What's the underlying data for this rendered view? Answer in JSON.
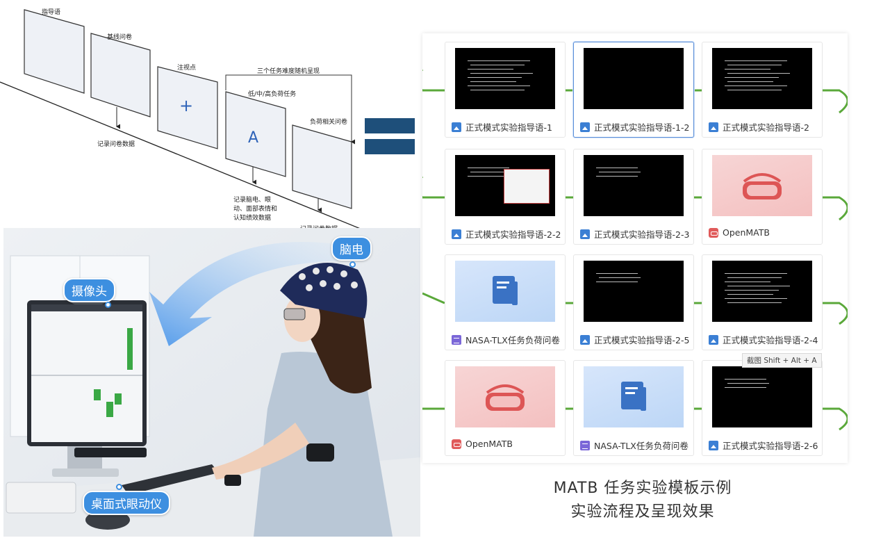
{
  "flow": {
    "screens": [
      "指导语",
      "基线问卷",
      "注视点",
      "低/中/高负荷任务",
      "负荷相关问卷"
    ],
    "random_bracket": "三个任务难度随机呈现",
    "fixation_symbol": "+",
    "task_symbol": "A",
    "records": {
      "questionnaire_1": "记录问卷数据",
      "physio": "记录脑电、眼\n动、面部表情和\n认知绩效数据",
      "questionnaire_2": "记录问卷数据"
    }
  },
  "scene": {
    "tags": {
      "eeg": "脑电",
      "camera": "摄像头",
      "eyetracker": "桌面式眼动仪"
    }
  },
  "panel": {
    "cards": [
      {
        "label": "正式模式实验指导语-1",
        "icon": "image-icon",
        "thumb": "black-text",
        "selected": false
      },
      {
        "label": "正式模式实验指导语-1-2",
        "icon": "image-icon",
        "thumb": "black",
        "selected": true
      },
      {
        "label": "正式模式实验指导语-2",
        "icon": "image-icon",
        "thumb": "black-text",
        "selected": false
      },
      {
        "label": "正式模式实验指导语-2-2",
        "icon": "image-icon",
        "thumb": "black-ui",
        "selected": false
      },
      {
        "label": "正式模式实验指导语-2-3",
        "icon": "image-icon",
        "thumb": "black-few",
        "selected": false
      },
      {
        "label": "OpenMATB",
        "icon": "openmatb-icon",
        "thumb": "pink",
        "selected": false
      },
      {
        "label": "NASA-TLX任务负荷问卷",
        "icon": "document-icon",
        "thumb": "blue",
        "selected": false
      },
      {
        "label": "正式模式实验指导语-2-5",
        "icon": "image-icon",
        "thumb": "black-few",
        "selected": false
      },
      {
        "label": "正式模式实验指导语-2-4",
        "icon": "image-icon",
        "thumb": "black-text",
        "selected": false
      },
      {
        "label": "OpenMATB",
        "icon": "openmatb-icon",
        "thumb": "pink",
        "selected": false
      },
      {
        "label": "NASA-TLX任务负荷问卷",
        "icon": "document-icon",
        "thumb": "blue",
        "selected": false
      },
      {
        "label": "正式模式实验指导语-2-6",
        "icon": "image-icon",
        "thumb": "black-few",
        "selected": false
      }
    ],
    "tooltip": "截图 Shift + Alt + A",
    "connector_color": "#5aa83a"
  },
  "caption": {
    "line1": "MATB 任务实验模板示例",
    "line2": "实验流程及呈现效果"
  }
}
